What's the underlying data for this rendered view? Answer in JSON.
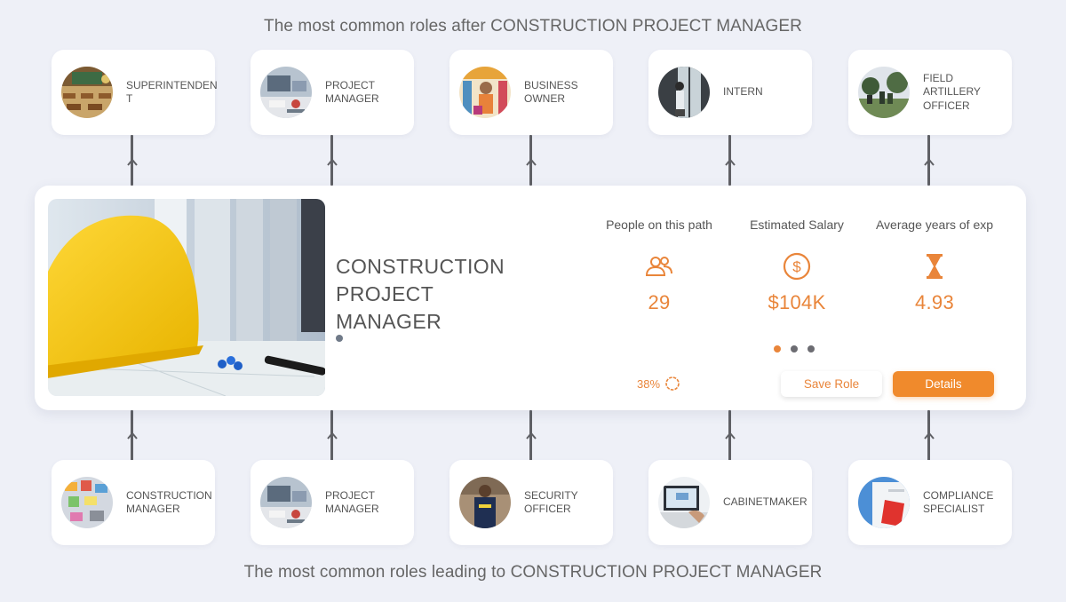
{
  "headings": {
    "top": "The most common roles after CONSTRUCTION PROJECT MANAGER",
    "bottom": "The most common roles leading to CONSTRUCTION PROJECT MANAGER"
  },
  "roles_after": [
    {
      "label": "SUPERINTENDENT",
      "icon": "classroom-photo"
    },
    {
      "label": "PROJECT MANAGER",
      "icon": "office-desk-photo"
    },
    {
      "label": "BUSINESS OWNER",
      "icon": "shop-owner-photo"
    },
    {
      "label": "INTERN",
      "icon": "person-window-photo"
    },
    {
      "label": "FIELD ARTILLERY OFFICER",
      "icon": "military-field-photo"
    }
  ],
  "roles_before": [
    {
      "label": "CONSTRUCTION MANAGER",
      "icon": "planning-board-photo"
    },
    {
      "label": "PROJECT MANAGER",
      "icon": "office-desk-photo"
    },
    {
      "label": "SECURITY OFFICER",
      "icon": "security-guard-photo"
    },
    {
      "label": "CABINETMAKER",
      "icon": "laptop-hands-photo"
    },
    {
      "label": "COMPLIANCE SPECIALIST",
      "icon": "folder-document-photo"
    }
  ],
  "main": {
    "title": "CONSTRUCTION PROJECT MANAGER",
    "hero_icon": "hard-hat-blueprint-photo",
    "stats": [
      {
        "label": "People on this path",
        "value": "29",
        "icon": "people-icon"
      },
      {
        "label": "Estimated Salary",
        "value": "$104K",
        "icon": "dollar-circle-icon"
      },
      {
        "label": "Average years of exp",
        "value": "4.93",
        "icon": "hourglass-icon"
      }
    ],
    "progress": "38%",
    "save_label": "Save Role",
    "details_label": "Details",
    "pager_count": 3,
    "pager_active": 0
  },
  "colors": {
    "accent": "#e9853a",
    "button": "#f08a2c",
    "background": "#eef0f7",
    "connector": "#5f6065"
  }
}
